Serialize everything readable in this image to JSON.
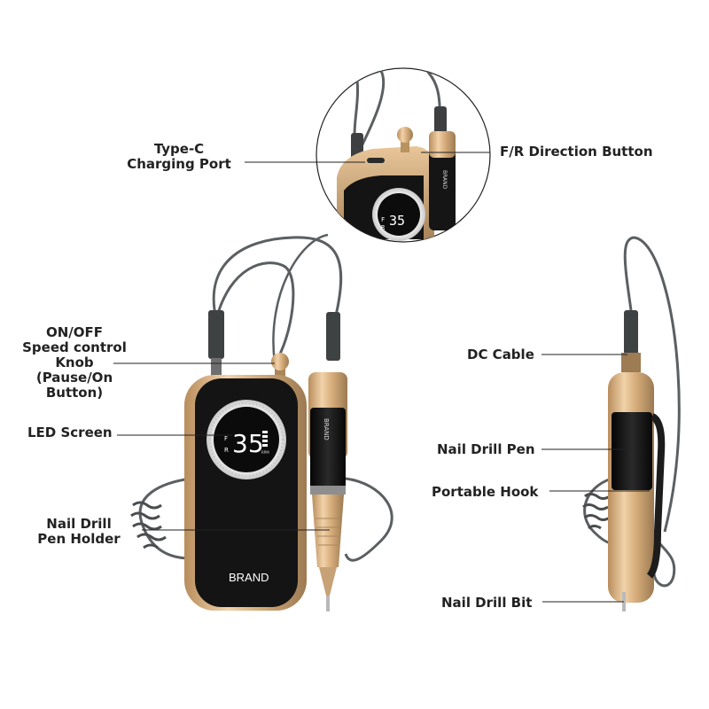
{
  "labels": {
    "type_c": "Type-C\nCharging Port",
    "fr_button": "F/R Direction Button",
    "on_off": "ON/OFF\nSpeed control\nKnob\n(Pause/On\nButton)",
    "led_screen": "LED Screen",
    "pen_holder": "Nail Drill\nPen Holder",
    "dc_cable": "DC Cable",
    "nail_drill_pen": "Nail Drill Pen",
    "portable_hook": "Portable Hook",
    "drill_bit": "Nail Drill Bit"
  },
  "device": {
    "brand": "BRAND",
    "speed_readout": "35",
    "direction_f": "F",
    "direction_r": "R",
    "speed_unit": "RPM",
    "pen_brand": "BRAND"
  },
  "colors": {
    "gold": "#d4aa7a",
    "gold_dark": "#9c7a52",
    "body_black": "#151515",
    "cable": "#5b5f61",
    "label_text": "#222222"
  }
}
